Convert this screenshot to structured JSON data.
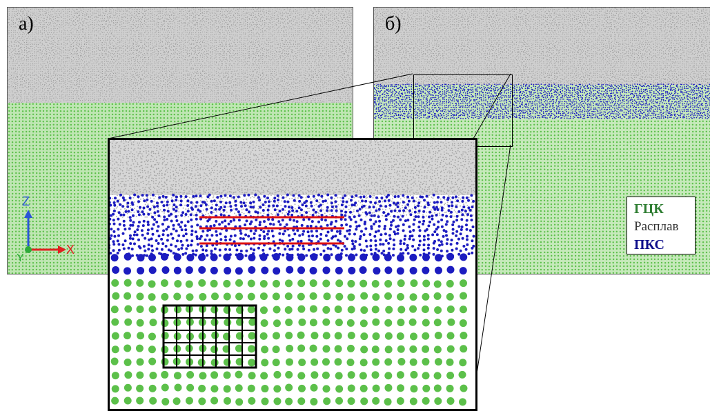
{
  "panels": {
    "a": {
      "label": "а)"
    },
    "b": {
      "label": "б)"
    }
  },
  "legend": {
    "items": [
      {
        "label": "ГЦК",
        "color": "#2e7d32"
      },
      {
        "label": "Расплав",
        "color": "#333333"
      },
      {
        "label": "ПКС",
        "color": "#0d0d8a"
      }
    ]
  },
  "axes": {
    "z": {
      "label": "Z",
      "color": "#2b55d6"
    },
    "x": {
      "label": "X",
      "color": "#e02020"
    },
    "y": {
      "label": "Y",
      "color": "#2eaa3a"
    }
  },
  "colors": {
    "melt": "#c8c8c8",
    "fcc": "#5cc04a",
    "hcp": "#1c1cc0",
    "marker_lines": "#dd1111"
  }
}
